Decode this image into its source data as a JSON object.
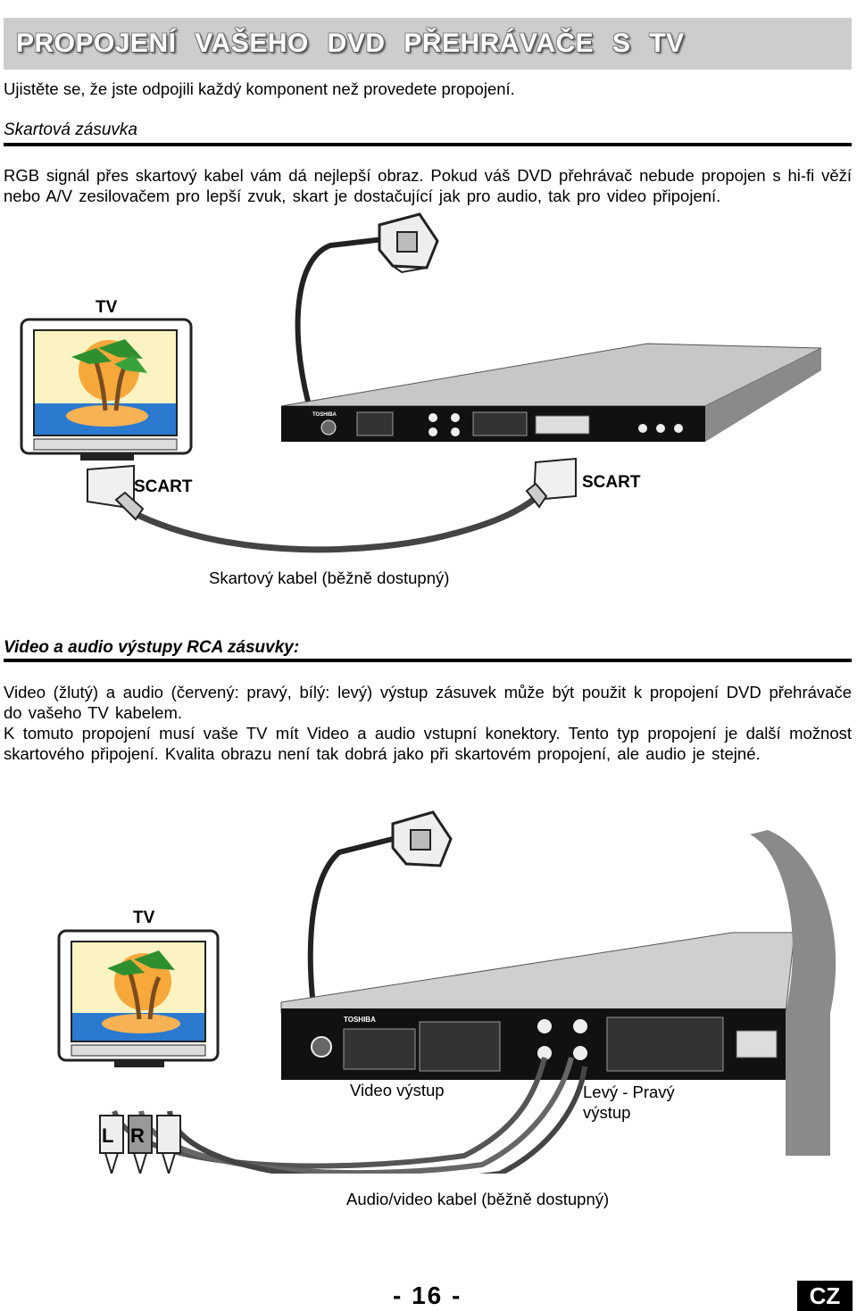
{
  "header": {
    "title": "PROPOJENÍ VAŠEHO DVD PŘEHRÁVAČE S TV"
  },
  "intro": "Ujistěte se, že jste odpojili každý komponent než provedete propojení.",
  "section1": {
    "heading": "Skartová zásuvka",
    "body": "RGB signál přes skartový kabel vám dá nejlepší obraz. Pokud váš DVD přehrávač nebude propojen s hi-fi věží nebo A/V zesilovačem pro lepší zvuk, skart je dostačující jak pro audio, tak pro video připojení.",
    "diagram": {
      "tv_label": "TV",
      "scart_left": "SCART",
      "scart_right": "SCART",
      "caption": "Skartový kabel (běžně dostupný)",
      "brand": "TOSHIBA"
    }
  },
  "section2": {
    "heading": "Video a audio výstupy RCA zásuvky:",
    "body1": "Video (žlutý) a audio (červený: pravý, bílý: levý) výstup zásuvek může být použit k propojení DVD přehrávače do vašeho TV kabelem.",
    "body2": "K tomuto propojení musí vaše TV mít Video a audio vstupní konektory. Tento typ propojení je další možnost skartového připojení. Kvalita obrazu není tak dobrá jako při skartovém propojení, ale audio je stejné.",
    "diagram": {
      "tv_label": "TV",
      "video_out": "Video výstup",
      "lr_out_1": "Levý - Pravý",
      "lr_out_2": "výstup",
      "caption": "Audio/video kabel (běžně dostupný)",
      "brand": "TOSHIBA",
      "plug_L": "L",
      "plug_R": "R"
    }
  },
  "footer": {
    "page": "- 16 -",
    "lang": "CZ"
  }
}
